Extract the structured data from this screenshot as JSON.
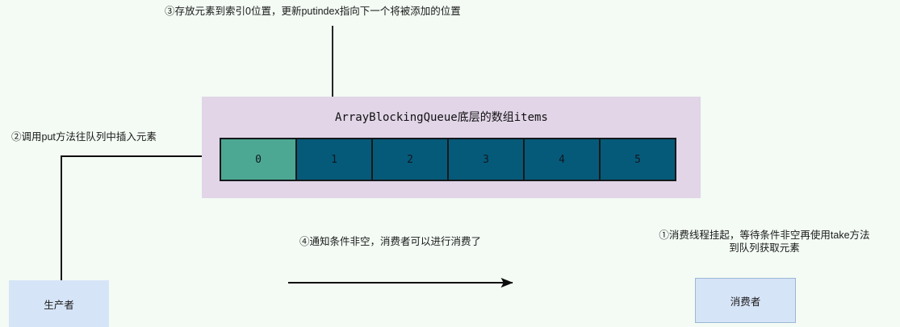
{
  "diagram": {
    "title_note": "ArrayBlockingQueue producer-consumer flow",
    "background_color": "#f3fbf4",
    "panel_color": "#e1d5e7"
  },
  "queue": {
    "label": "ArrayBlockingQueue底层的数组items",
    "cells": [
      {
        "index": "0",
        "state": "filled",
        "color": "#4ca893"
      },
      {
        "index": "1",
        "state": "empty",
        "color": "#065a79"
      },
      {
        "index": "2",
        "state": "empty",
        "color": "#065a79"
      },
      {
        "index": "3",
        "state": "empty",
        "color": "#065a79"
      },
      {
        "index": "4",
        "state": "empty",
        "color": "#065a79"
      },
      {
        "index": "5",
        "state": "empty",
        "color": "#065a79"
      }
    ]
  },
  "annotations": {
    "step1_consumer_wait_line1": "①消费线程挂起，等待条件非空再使用take方法",
    "step1_consumer_wait_line2": "到队列获取元素",
    "step2_put_call": "②调用put方法往队列中插入元素",
    "step3_put_index": "③存放元素到索引0位置，更新putindex指向下一个将被添加的位置",
    "step4_notify": "④通知条件非空，消费者可以进行消费了"
  },
  "actors": {
    "producer": "生产者",
    "consumer": "消费者"
  }
}
